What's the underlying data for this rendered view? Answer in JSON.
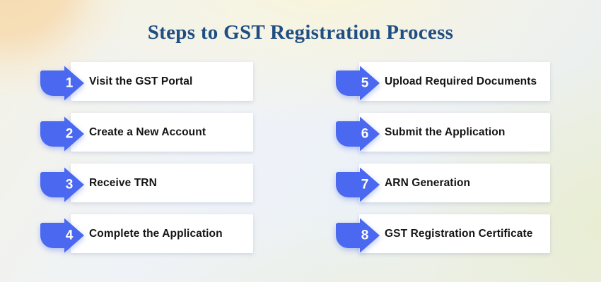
{
  "title": "Steps to GST Registration Process",
  "theme": {
    "arrow_color": "#4b69f0",
    "title_color": "#1f4e83",
    "card_bg": "#ffffff",
    "step_text_color": "#141414",
    "number_color": "#ffffff",
    "bg_peach": "#f6dbb0",
    "bg_cream": "#faf4d6",
    "bg_blue": "#ecf1f7",
    "bg_green": "#e8edd1"
  },
  "steps": [
    {
      "number": "1",
      "label": "Visit the GST Portal",
      "column": "left"
    },
    {
      "number": "2",
      "label": "Create a New Account",
      "column": "left"
    },
    {
      "number": "3",
      "label": "Receive TRN",
      "column": "left"
    },
    {
      "number": "4",
      "label": "Complete the Application",
      "column": "left"
    },
    {
      "number": "5",
      "label": "Upload Required Documents",
      "column": "right"
    },
    {
      "number": "6",
      "label": "Submit the Application",
      "column": "right"
    },
    {
      "number": "7",
      "label": "ARN Generation",
      "column": "right"
    },
    {
      "number": "8",
      "label": "GST Registration Certificate",
      "column": "right"
    }
  ]
}
